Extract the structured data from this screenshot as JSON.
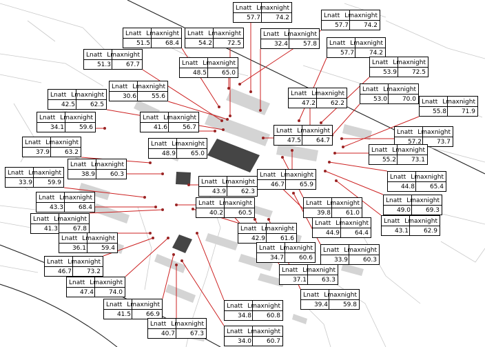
{
  "header_labels": {
    "day": "Lnatt",
    "night": "Lmaxnight"
  },
  "colors": {
    "ray": "#cc2020",
    "point": "#9a2424",
    "building_dark": "#454545",
    "building_light": "#d4d4d4",
    "road": "#222222",
    "lines": "#c9c9c9"
  },
  "receivers": [
    {
      "id": "r01",
      "lnatt": "57.7",
      "lmax": "74.2"
    },
    {
      "id": "r02",
      "lnatt": "57.7",
      "lmax": "74.2"
    },
    {
      "id": "r03",
      "lnatt": "51.5",
      "lmax": "68.4"
    },
    {
      "id": "r04",
      "lnatt": "54.2",
      "lmax": "72.5"
    },
    {
      "id": "r05",
      "lnatt": "32.4",
      "lmax": "57.8"
    },
    {
      "id": "r06",
      "lnatt": "57.7",
      "lmax": "74.2"
    },
    {
      "id": "r07",
      "lnatt": "51.3",
      "lmax": "67.7"
    },
    {
      "id": "r08",
      "lnatt": "48.5",
      "lmax": "65.0"
    },
    {
      "id": "r09",
      "lnatt": "53.9",
      "lmax": "72.5"
    },
    {
      "id": "r10",
      "lnatt": "30.6",
      "lmax": "55.6"
    },
    {
      "id": "r11",
      "lnatt": "53.0",
      "lmax": "70.0"
    },
    {
      "id": "r12",
      "lnatt": "42.5",
      "lmax": "62.5"
    },
    {
      "id": "r13",
      "lnatt": "47.2",
      "lmax": "62.2"
    },
    {
      "id": "r14",
      "lnatt": "55.8",
      "lmax": "71.9"
    },
    {
      "id": "r15",
      "lnatt": "34.1",
      "lmax": "59.6"
    },
    {
      "id": "r16",
      "lnatt": "41.6",
      "lmax": "56.7"
    },
    {
      "id": "r17",
      "lnatt": "47.5",
      "lmax": "64.7"
    },
    {
      "id": "r18",
      "lnatt": "57.2",
      "lmax": "73.7"
    },
    {
      "id": "r19",
      "lnatt": "37.9",
      "lmax": "63.2"
    },
    {
      "id": "r20",
      "lnatt": "48.9",
      "lmax": "65.0"
    },
    {
      "id": "r21",
      "lnatt": "55.2",
      "lmax": "73.1"
    },
    {
      "id": "r22",
      "lnatt": "38.9",
      "lmax": "60.3"
    },
    {
      "id": "r23",
      "lnatt": "33.9",
      "lmax": "59.9"
    },
    {
      "id": "r24",
      "lnatt": "46.7",
      "lmax": "65.9"
    },
    {
      "id": "r25",
      "lnatt": "44.8",
      "lmax": "65.4"
    },
    {
      "id": "r26",
      "lnatt": "43.9",
      "lmax": "62.3"
    },
    {
      "id": "r27",
      "lnatt": "43.3",
      "lmax": "68.4"
    },
    {
      "id": "r28",
      "lnatt": "40.2",
      "lmax": "60.5"
    },
    {
      "id": "r29",
      "lnatt": "39.8",
      "lmax": "61.0"
    },
    {
      "id": "r30",
      "lnatt": "49.0",
      "lmax": "69.3"
    },
    {
      "id": "r31",
      "lnatt": "41.3",
      "lmax": "67.8"
    },
    {
      "id": "r32",
      "lnatt": "44.9",
      "lmax": "64.4"
    },
    {
      "id": "r33",
      "lnatt": "43.1",
      "lmax": "62.9"
    },
    {
      "id": "r34",
      "lnatt": "42.9",
      "lmax": "61.6"
    },
    {
      "id": "r35",
      "lnatt": "36.1",
      "lmax": "59.4"
    },
    {
      "id": "r36",
      "lnatt": "34.7",
      "lmax": "60.6"
    },
    {
      "id": "r37",
      "lnatt": "33.9",
      "lmax": "60.3"
    },
    {
      "id": "r38",
      "lnatt": "46.7",
      "lmax": "73.2"
    },
    {
      "id": "r39",
      "lnatt": "37.1",
      "lmax": "63.3"
    },
    {
      "id": "r40",
      "lnatt": "47.4",
      "lmax": "74.0"
    },
    {
      "id": "r41",
      "lnatt": "39.4",
      "lmax": "59.8"
    },
    {
      "id": "r42",
      "lnatt": "41.5",
      "lmax": "66.9"
    },
    {
      "id": "r43",
      "lnatt": "34.8",
      "lmax": "60.8"
    },
    {
      "id": "r44",
      "lnatt": "40.7",
      "lmax": "67.3"
    },
    {
      "id": "r45",
      "lnatt": "34.0",
      "lmax": "60.7"
    }
  ]
}
